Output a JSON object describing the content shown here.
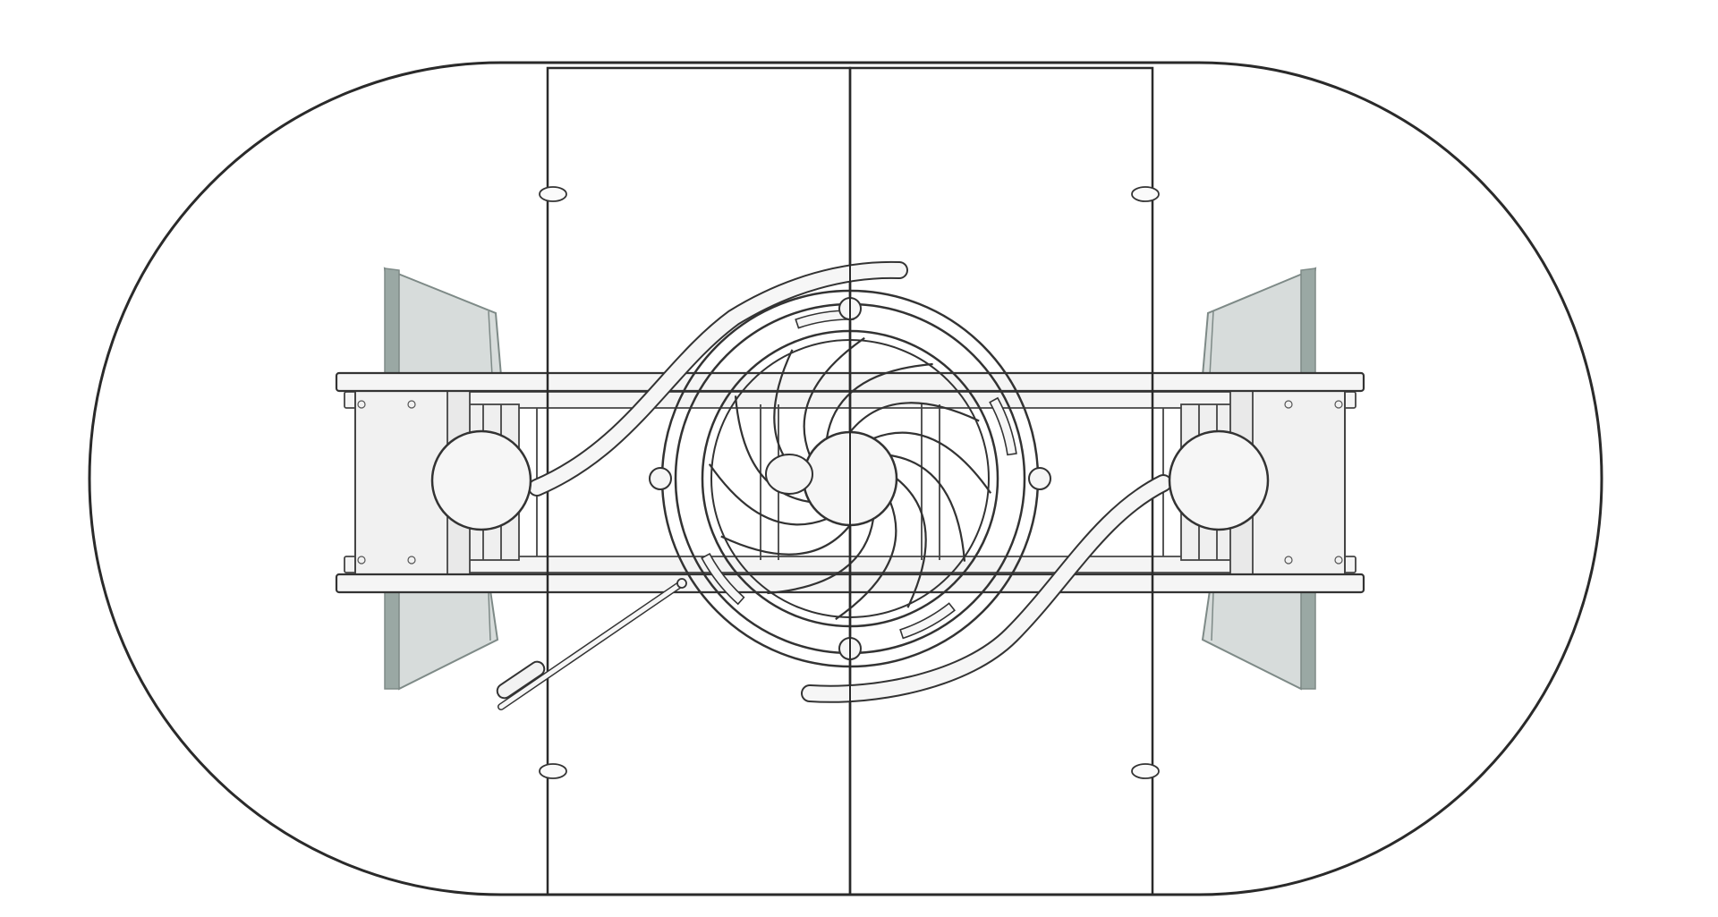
{
  "diagram": {
    "kind": "extendable table mechanism, top view (line drawing)",
    "colors": {
      "background": "#ffffff",
      "outline": "#2a2a2a",
      "line": "#444444",
      "panel_fill": "#f1f1f1",
      "glass_fill": "#d7dcdb",
      "glass_edge": "#7e8a87",
      "hub_fill": "#f6f6f6"
    },
    "components": {
      "tabletop_outline": true,
      "extension_leaves": 2,
      "spiral_wheel_spokes": 12,
      "side_hubs": 2,
      "glass_leg_panels": 4,
      "alignment_pins": 4,
      "s_curve_rails": 2,
      "crank_handle": true
    }
  }
}
